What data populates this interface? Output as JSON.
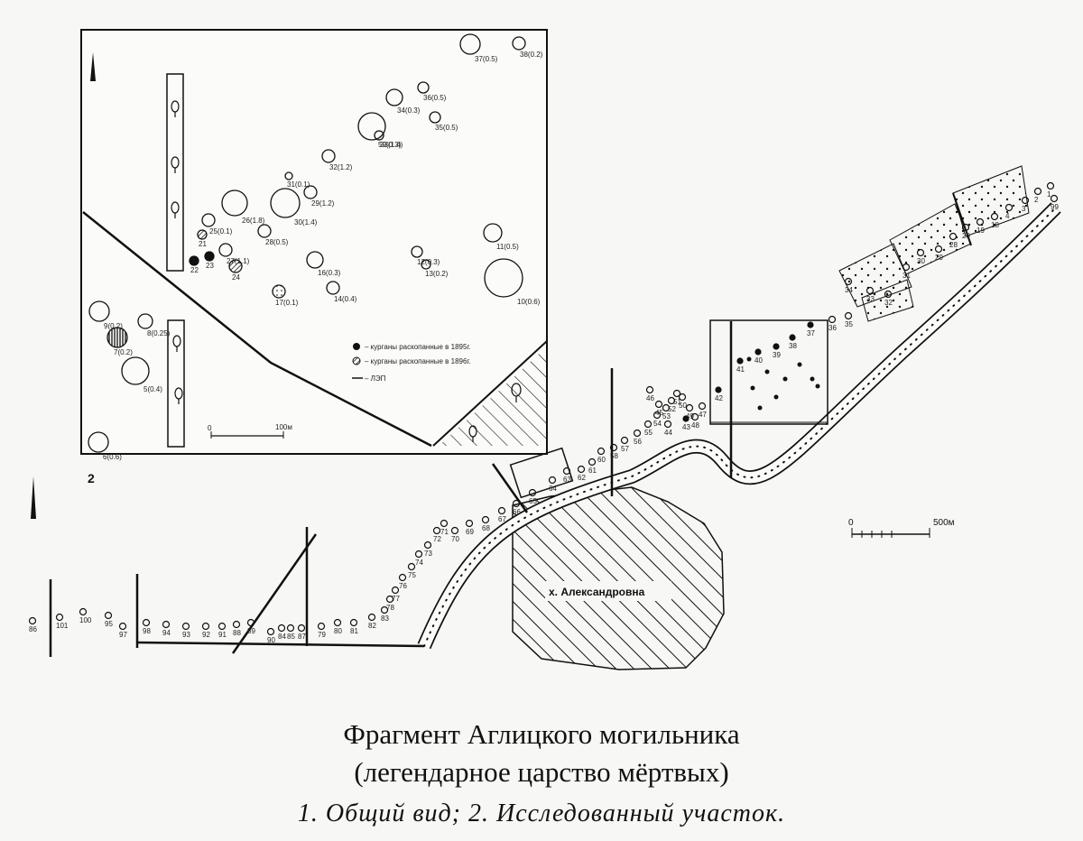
{
  "caption": {
    "title": "Фрагмент Аглицкого могильника",
    "subtitle": "(легендарное царство мёртвых)",
    "note": "1. Общий вид; 2. Исследованный участок."
  },
  "figure_number": "2",
  "settlement_label": "х. Александровна",
  "scale_main": {
    "zero": "0",
    "end": "500м"
  },
  "scale_inset": {
    "zero": "0",
    "end": "100м"
  },
  "inset_legend": [
    "– курганы раскопанные в 1895г.",
    "– курганы раскопанные в 1896г.",
    "– ЛЭП"
  ],
  "inset_barrows": [
    {
      "label": "37(0.5)",
      "kind": "open"
    },
    {
      "label": "38(0.2)",
      "kind": "open"
    },
    {
      "label": "36(0.5)",
      "kind": "open"
    },
    {
      "label": "34(0.3)",
      "kind": "open"
    },
    {
      "label": "35(0.5)",
      "kind": "open"
    },
    {
      "label": "33(1.4)",
      "kind": "open"
    },
    {
      "label": "32(1.2)",
      "kind": "open"
    },
    {
      "label": "31(0.1)",
      "kind": "open"
    },
    {
      "label": "26(1.8)",
      "kind": "open"
    },
    {
      "label": "30(1.4)",
      "kind": "open"
    },
    {
      "label": "29(1.2)",
      "kind": "open"
    },
    {
      "label": "25(0.1)",
      "kind": "open"
    },
    {
      "label": "28(0.5)",
      "kind": "open"
    },
    {
      "label": "27(1.1)",
      "kind": "open"
    },
    {
      "label": "21",
      "kind": "hatched"
    },
    {
      "label": "22",
      "kind": "solid"
    },
    {
      "label": "23",
      "kind": "solid"
    },
    {
      "label": "24",
      "kind": "hatched"
    },
    {
      "label": "16(0.3)",
      "kind": "open"
    },
    {
      "label": "17(0.1)",
      "kind": "dotted"
    },
    {
      "label": "14(0.4)",
      "kind": "open"
    },
    {
      "label": "12(0.3)",
      "kind": "open"
    },
    {
      "label": "13(0.2)",
      "kind": "open"
    },
    {
      "label": "11(0.5)",
      "kind": "open"
    },
    {
      "label": "10(0.6)",
      "kind": "open"
    },
    {
      "label": "9(0.2)",
      "kind": "open"
    },
    {
      "label": "8(0.25)",
      "kind": "open"
    },
    {
      "label": "7(0.2)",
      "kind": "vstripe"
    },
    {
      "label": "5(0.4)",
      "kind": "open"
    },
    {
      "label": "6(0.6)",
      "kind": "open"
    },
    {
      "label": "59(0.3)",
      "kind": "open"
    }
  ],
  "main_labels": [
    "86",
    "101",
    "100",
    "95",
    "97",
    "98",
    "94",
    "93",
    "92",
    "91",
    "88",
    "89",
    "90",
    "84",
    "85",
    "87",
    "79",
    "80",
    "81",
    "82",
    "83",
    "78",
    "77",
    "76",
    "75",
    "74",
    "73",
    "72",
    "71",
    "70",
    "69",
    "68",
    "67",
    "66",
    "65",
    "64",
    "63",
    "62",
    "61",
    "60",
    "58",
    "57",
    "56",
    "55",
    "54",
    "53",
    "52",
    "51",
    "50",
    "49",
    "48",
    "47",
    "46",
    "45",
    "44",
    "43",
    "42",
    "41",
    "40",
    "39",
    "38",
    "37",
    "36",
    "35",
    "34",
    "33",
    "32",
    "31",
    "30",
    "29",
    "28",
    "20",
    "19",
    "18",
    "4",
    "3",
    "2",
    "1",
    "99"
  ],
  "colors": {
    "ink": "#111111",
    "paper": "#f7f7f5"
  }
}
